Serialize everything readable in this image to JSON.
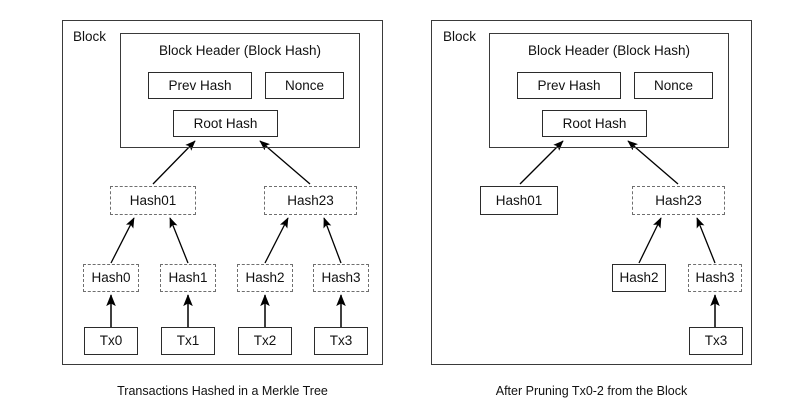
{
  "figure": {
    "background": "#ffffff",
    "solid_border_color": "#2b2b2b",
    "dashed_border_color": "#6f6f6f",
    "panel_border_color": "#3a3a3a",
    "arrow_color": "#000000"
  },
  "panels": [
    {
      "id": "left",
      "block_label": "Block",
      "header_title": "Block Header (Block Hash)",
      "caption": "Transactions Hashed in a Merkle Tree",
      "header_fields": [
        {
          "label": "Prev Hash",
          "style": "solid"
        },
        {
          "label": "Nonce",
          "style": "solid"
        },
        {
          "label": "Root Hash",
          "style": "solid"
        }
      ],
      "tree_level_1": [
        {
          "label": "Hash01",
          "style": "dashed"
        },
        {
          "label": "Hash23",
          "style": "dashed"
        }
      ],
      "tree_level_2": [
        {
          "label": "Hash0",
          "style": "dashed"
        },
        {
          "label": "Hash1",
          "style": "dashed"
        },
        {
          "label": "Hash2",
          "style": "dashed"
        },
        {
          "label": "Hash3",
          "style": "dashed"
        }
      ],
      "transactions": [
        {
          "label": "Tx0",
          "style": "solid"
        },
        {
          "label": "Tx1",
          "style": "solid"
        },
        {
          "label": "Tx2",
          "style": "solid"
        },
        {
          "label": "Tx3",
          "style": "solid"
        }
      ]
    },
    {
      "id": "right",
      "block_label": "Block",
      "header_title": "Block Header (Block Hash)",
      "caption": "After Pruning Tx0-2 from the Block",
      "header_fields": [
        {
          "label": "Prev Hash",
          "style": "solid"
        },
        {
          "label": "Nonce",
          "style": "solid"
        },
        {
          "label": "Root Hash",
          "style": "solid"
        }
      ],
      "tree_level_1": [
        {
          "label": "Hash01",
          "style": "solid"
        },
        {
          "label": "Hash23",
          "style": "dashed"
        }
      ],
      "tree_level_2": [
        {
          "label": "Hash2",
          "style": "solid"
        },
        {
          "label": "Hash3",
          "style": "dashed"
        }
      ],
      "transactions": [
        {
          "label": "Tx3",
          "style": "solid"
        }
      ]
    }
  ]
}
